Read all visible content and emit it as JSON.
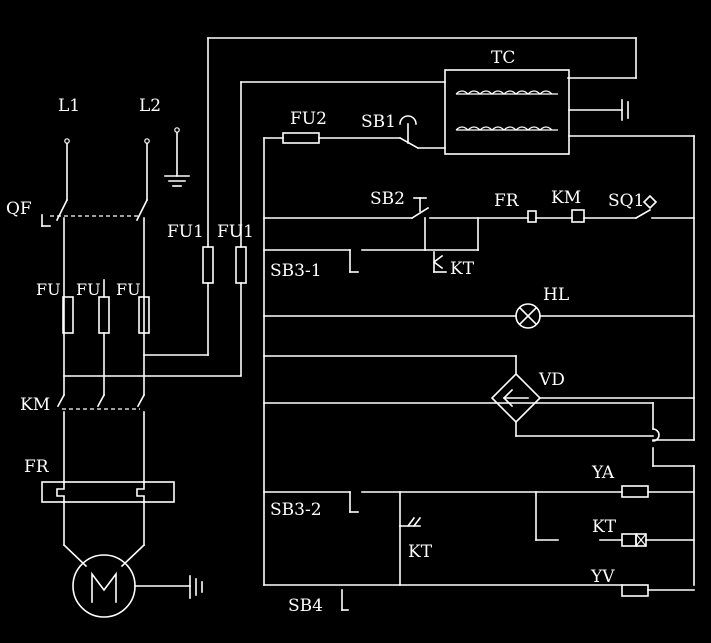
{
  "colors": {
    "background": "#000000",
    "line": "#ffffff"
  },
  "labels": {
    "l1": "L1",
    "l2": "L2",
    "qf": "QF",
    "fu_left": "FU",
    "fu_mid": "FU",
    "fu_right": "FU",
    "fu1_a": "FU1",
    "fu1_b": "FU1",
    "km_main": "KM",
    "fr_main": "FR",
    "motor": "M",
    "tc": "TC",
    "fu2": "FU2",
    "sb1": "SB1",
    "sb2": "SB2",
    "fr_ctrl": "FR",
    "km_ctrl": "KM",
    "sq1": "SQ1",
    "sb3_1": "SB3-1",
    "kt_top": "KT",
    "hl": "HL",
    "vd": "VD",
    "ya": "YA",
    "sb3_2": "SB3-2",
    "kt_mid": "KT",
    "kt_right": "KT",
    "yv": "YV",
    "sb4": "SB4"
  }
}
